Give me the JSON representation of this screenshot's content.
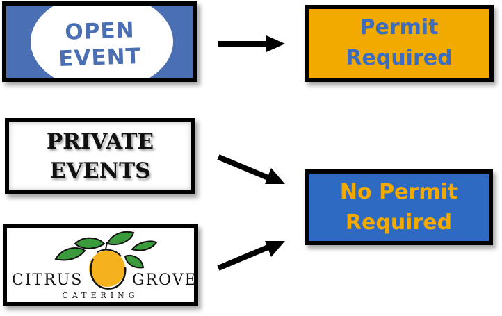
{
  "inputs": {
    "open_event": {
      "line1": "OPEN",
      "line2": "EVENT",
      "color": "#4a6fb3"
    },
    "private_events": {
      "line1": "PRIVATE",
      "line2": "EVENTS"
    },
    "citrus_grove": {
      "logo_text_left": "CITRUS",
      "logo_text_right": "GROVE",
      "logo_subtext": "CATERING",
      "orange_color": "#f5b21c",
      "leaf_color": "#3b9a3b"
    }
  },
  "outcomes": {
    "permit_required": {
      "line1": "Permit",
      "line2": "Required",
      "background": "#f2a900",
      "text_color": "#3b6cc0"
    },
    "no_permit_required": {
      "line1": "No Permit",
      "line2": "Required",
      "background": "#2f6ac2",
      "text_color": "#f2a900"
    }
  },
  "connections": [
    {
      "from": "open_event",
      "to": "permit_required"
    },
    {
      "from": "private_events",
      "to": "no_permit_required"
    },
    {
      "from": "citrus_grove",
      "to": "no_permit_required"
    }
  ]
}
